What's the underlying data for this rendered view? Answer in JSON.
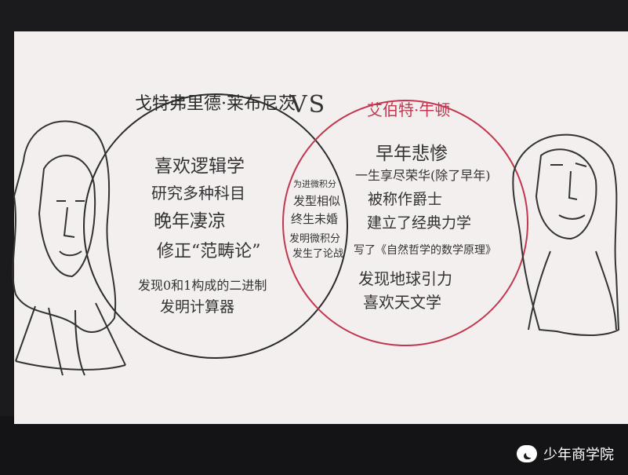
{
  "titles": {
    "left": "戈特弗里德·莱布尼茨",
    "vs": "VS",
    "right": "艾伯特·牛顿"
  },
  "left_circle": {
    "lines": [
      "喜欢逻辑学",
      "研究多种科目",
      "晚年凄凉",
      "修正“范畴论”",
      "发现0和1构成的二进制",
      "发明计算器"
    ]
  },
  "overlap": {
    "lines": [
      "为进微积分",
      "发型相似",
      "终生未婚",
      "发明微积分",
      "发生了论战"
    ]
  },
  "right_circle": {
    "lines": [
      "早年悲惨",
      "一生享尽荣华(除了早年)",
      "被称作爵士",
      "建立了经典力学",
      "写了《自然哲学的数学原理》",
      "发现地球引力",
      "喜欢天文学"
    ]
  },
  "watermark": {
    "text": "少年商学院"
  },
  "colors": {
    "paper": "#f2efee",
    "ink": "#2b2b2b",
    "red_ink": "#c2364f",
    "background": "#1b1b1d"
  },
  "icons": {
    "watermark": "wechat-icon"
  }
}
